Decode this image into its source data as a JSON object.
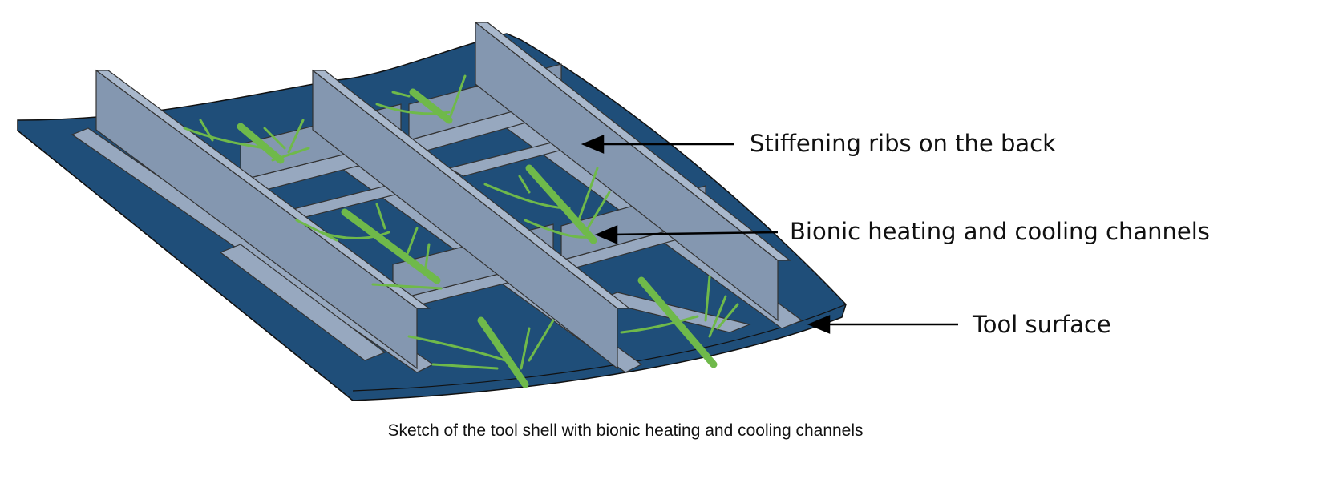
{
  "labels": {
    "ribs": "Stiffening ribs on the back",
    "channels": "Bionic heating and cooling channels",
    "surface": "Tool surface"
  },
  "caption": "Sketch of the tool shell with bionic heating and cooling channels",
  "colors": {
    "plate": "#1f4e79",
    "rib": "#8497b0",
    "rib_light": "#97a8bf",
    "channel": "#6fb94a"
  }
}
